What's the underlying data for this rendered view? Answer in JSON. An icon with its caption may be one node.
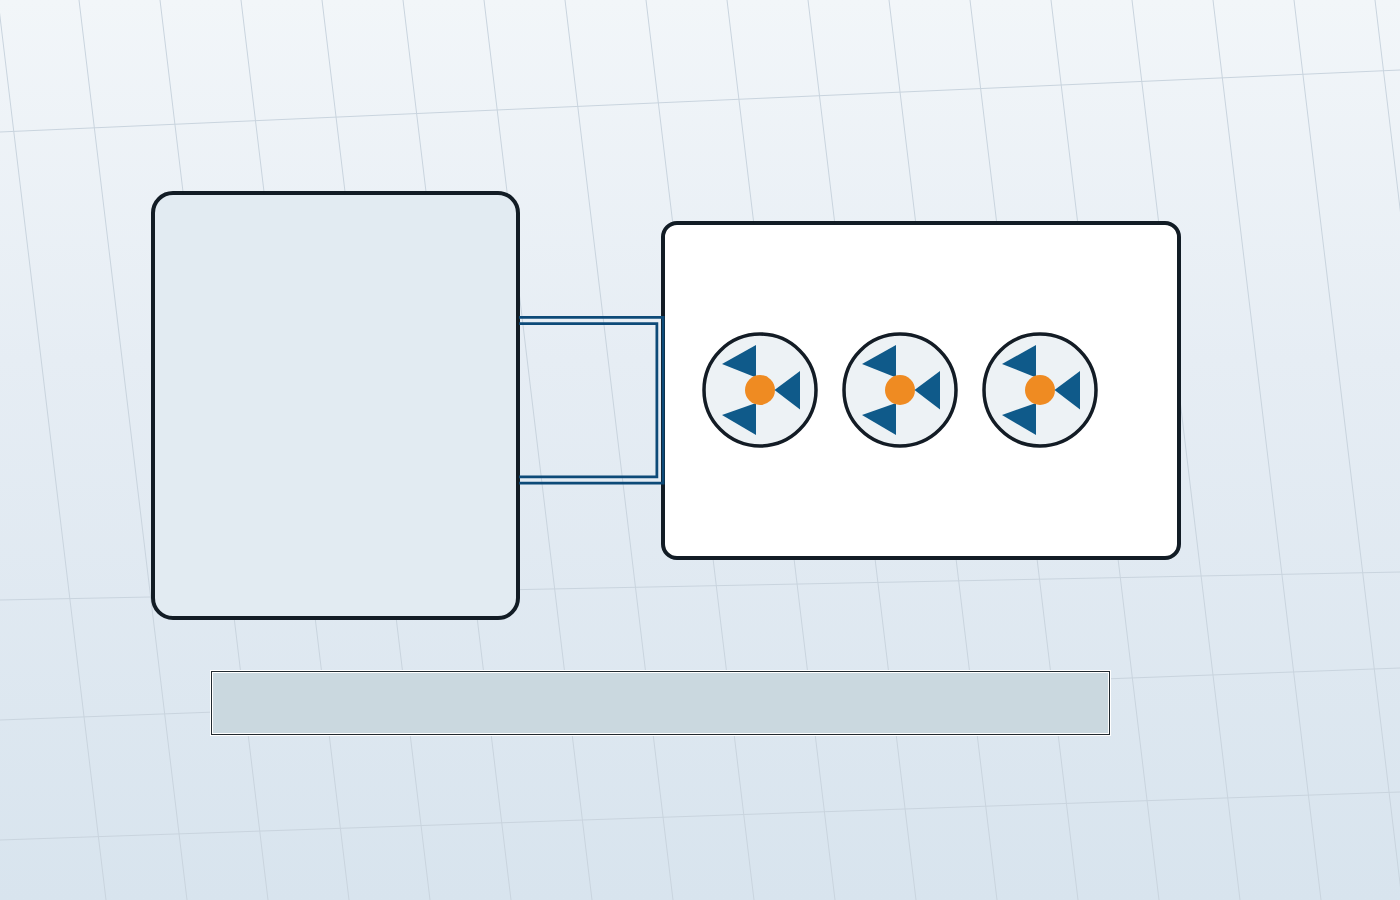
{
  "diagram": {
    "nodes": [
      {
        "text": [],
        "shape": "box"
      },
      {
        "text": [],
        "shape": "box"
      },
      {
        "text": [],
        "shape": "fan",
        "in": 1
      },
      {
        "text": [],
        "shape": "fan",
        "in": 1
      },
      {
        "text": [],
        "shape": "fan",
        "in": 1
      },
      {
        "text": [],
        "shape": "bar"
      }
    ],
    "edges": [
      {
        "from": 0,
        "to": 1,
        "arrow": "none"
      }
    ]
  }
}
